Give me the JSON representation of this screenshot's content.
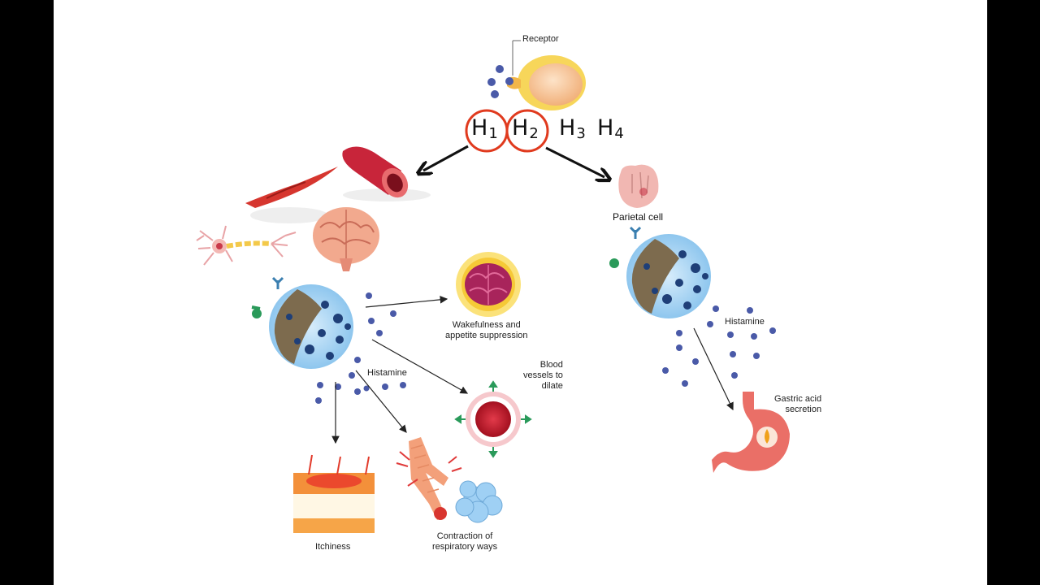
{
  "receptor_label": "Receptor",
  "receptor_subtypes": {
    "h1": {
      "letter": "H",
      "sub": "1",
      "circled": true
    },
    "h2": {
      "letter": "H",
      "sub": "2",
      "circled": true
    },
    "h3": {
      "letter": "H",
      "sub": "3",
      "circled": false
    },
    "h4": {
      "letter": "H",
      "sub": "4",
      "circled": false
    }
  },
  "right_branch": {
    "parietal_label": "Parietal cell",
    "histamine_label": "Histamine",
    "gastric_label": "Gastric acid\nsecretion"
  },
  "left_branch": {
    "histamine_label": "Histamine",
    "wakefulness_label": "Wakefulness and\nappetite suppression",
    "blood_vessels_label": "Blood\nvessels to\ndilate",
    "itchiness_label": "Itchiness",
    "contraction_label": "Contraction of\nrespiratory ways"
  },
  "colors": {
    "histamine_dot": "#4a5aa8",
    "circle_highlight": "#e03a1e",
    "mast_cell_body": "#a9d3f2",
    "mast_cell_nucleus": "#7d6b4e",
    "brain": "#f2a98e",
    "vessel": "#c8253a",
    "stomach": "#ea6f67"
  }
}
